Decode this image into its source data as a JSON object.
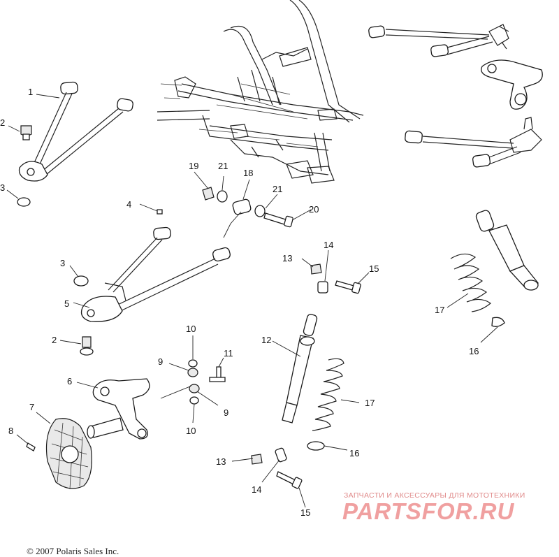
{
  "diagram": {
    "copyright": "© 2007 Polaris Sales Inc.",
    "watermark_caption": "ЗАПЧАСТИ И АКСЕССУАРЫ ДЛЯ МОТОТЕХНИКИ",
    "watermark_logo": "PARTSFOR.RU",
    "watermark_color": "#f0a0a0",
    "callouts": [
      "1",
      "2",
      "3",
      "4",
      "19",
      "21",
      "18",
      "21",
      "20",
      "3",
      "5",
      "2",
      "13",
      "14",
      "15",
      "6",
      "7",
      "8",
      "10",
      "9",
      "9",
      "10",
      "11",
      "12",
      "17",
      "13",
      "16",
      "14",
      "15",
      "17",
      "16"
    ]
  }
}
